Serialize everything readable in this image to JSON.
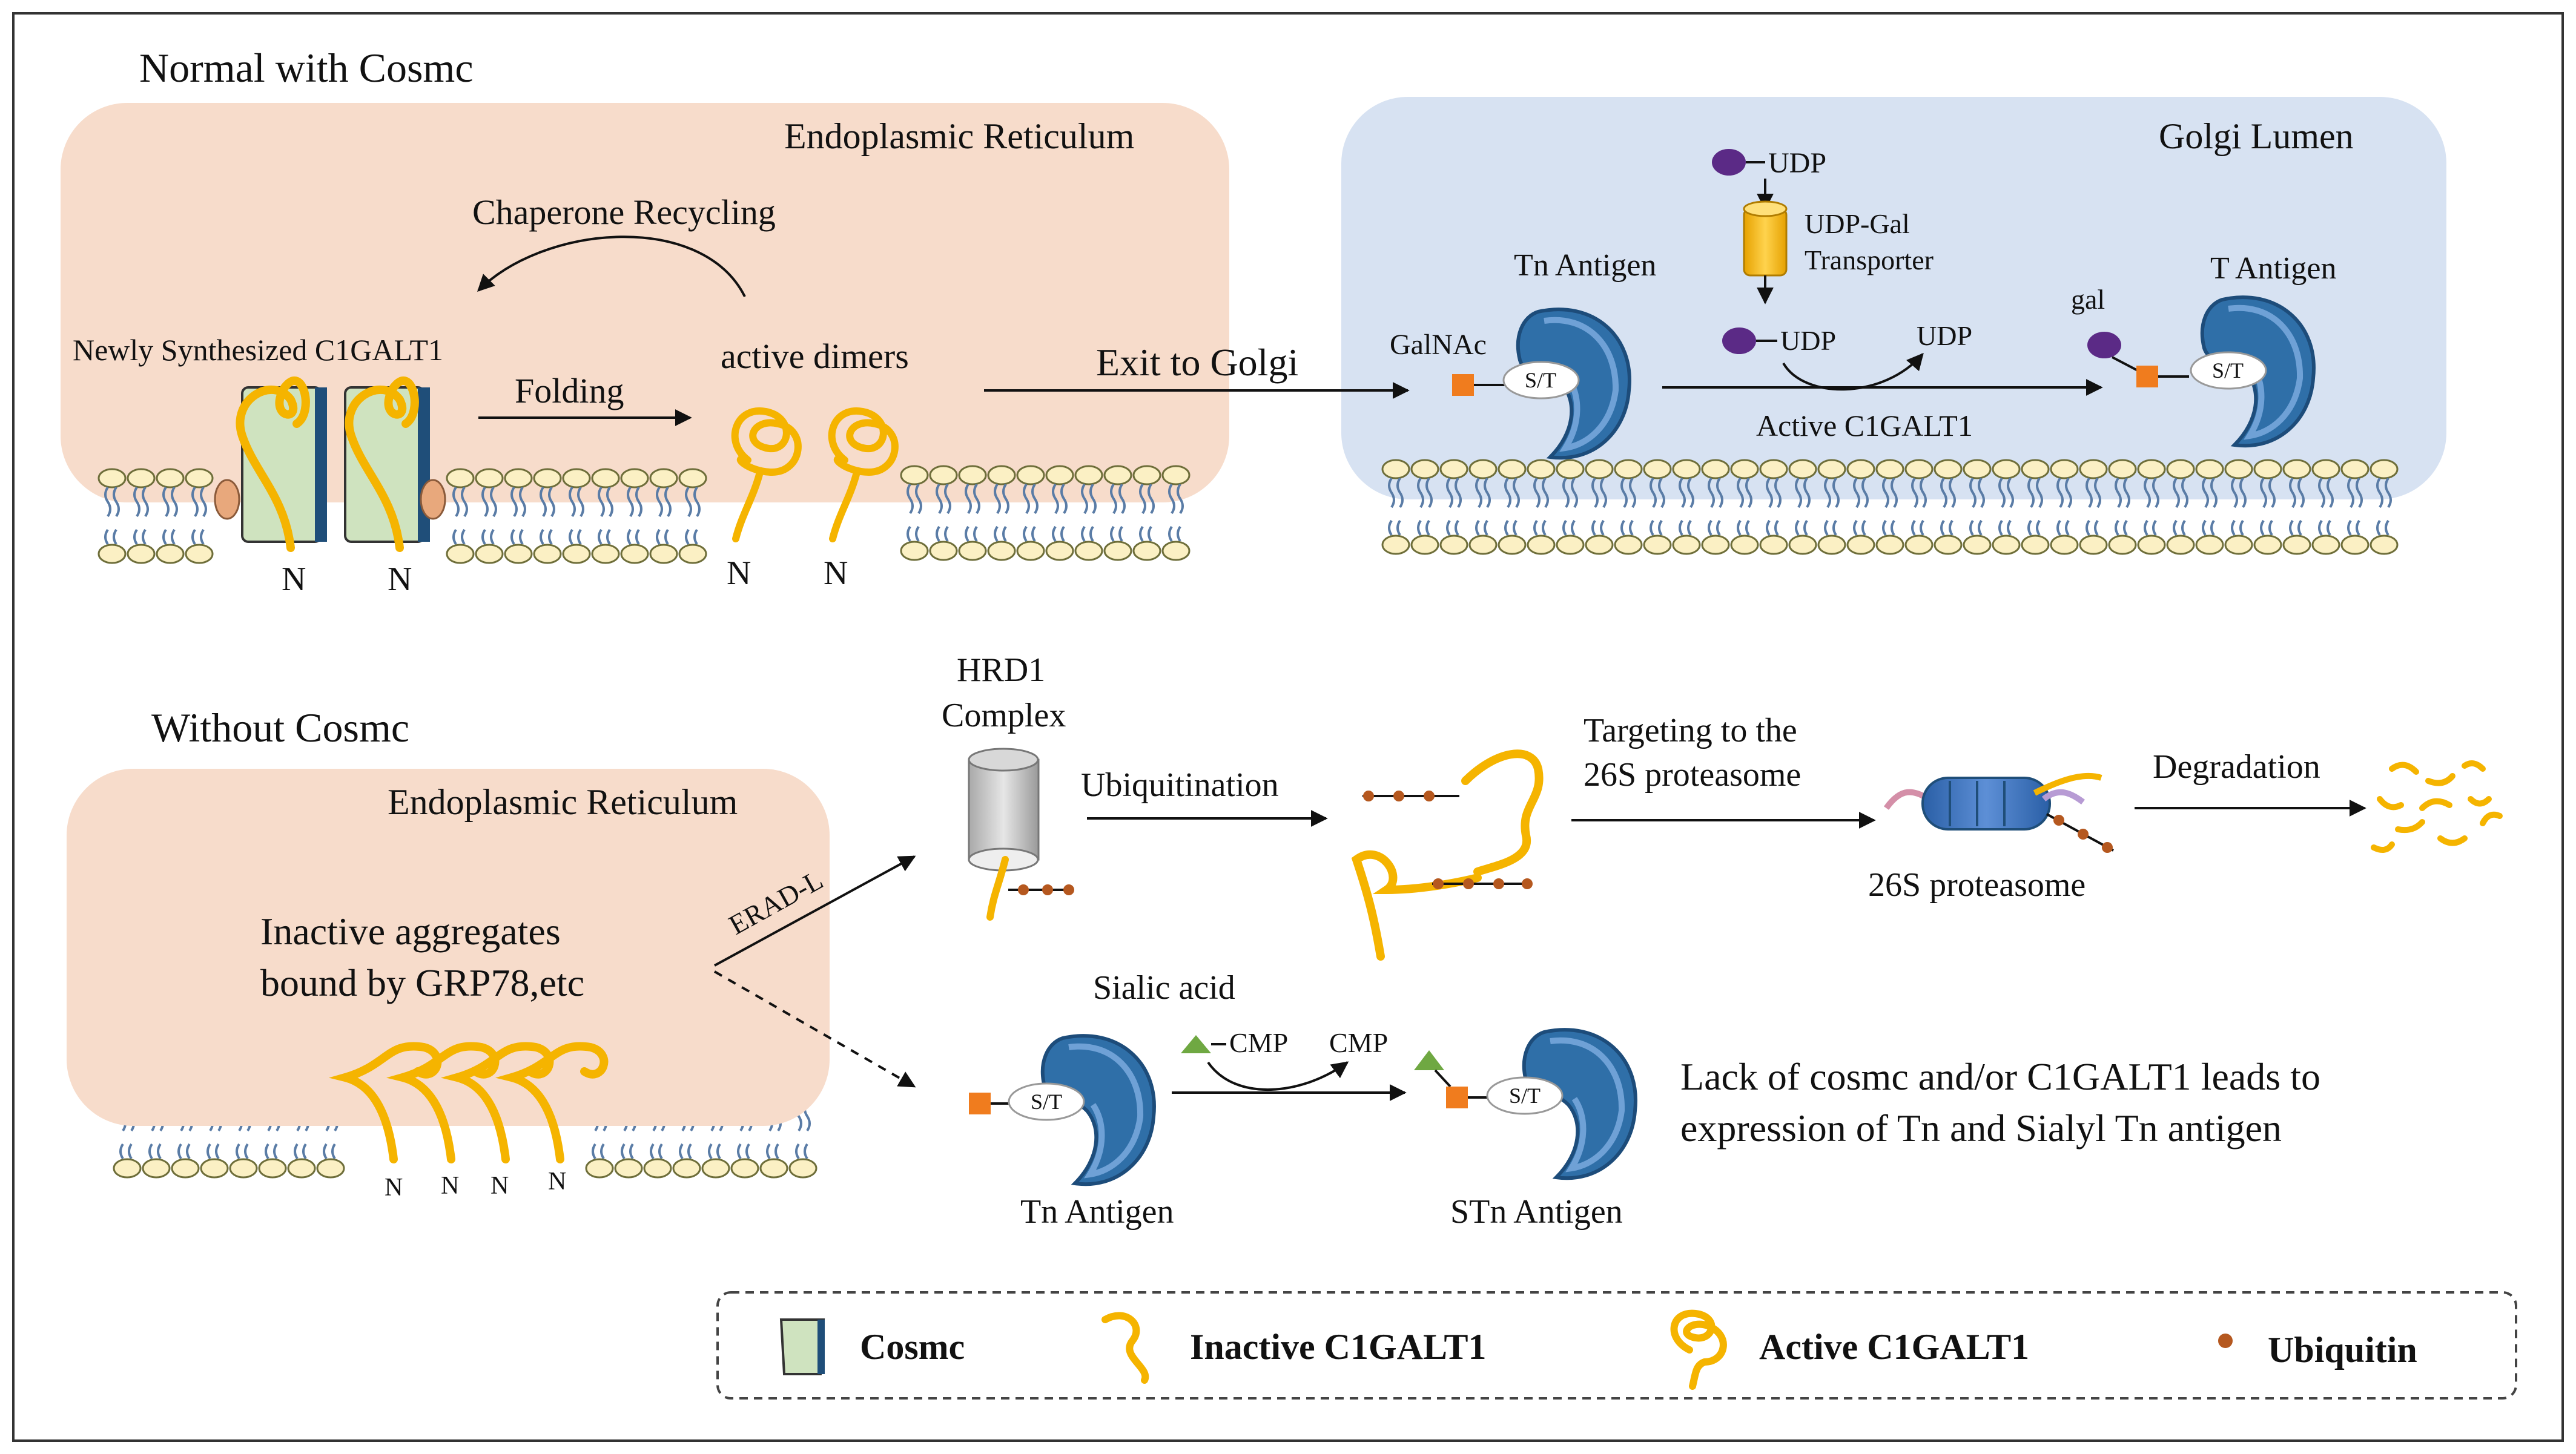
{
  "sections": {
    "normal_title": "Normal  with  Cosmc",
    "without_title": "Without  Cosmc"
  },
  "compartments": {
    "er_top": "Endoplasmic Reticulum",
    "golgi": "Golgi Lumen",
    "er_bottom": "Endoplasmic Reticulum"
  },
  "normal": {
    "newly": "Newly  Synthesized  C1GALT1",
    "chaperone": "Chaperone Recycling",
    "folding": "Folding",
    "active_dimers": "active dimers",
    "exit": "Exit to Golgi",
    "n": "N"
  },
  "golgi": {
    "udp_top": "UDP",
    "transporter_1": "UDP-Gal",
    "transporter_2": "Transporter",
    "tn_antigen": "Tn Antigen",
    "galnac": "GalNAc",
    "st": "S/T",
    "udp_a": "UDP",
    "udp_b": "UDP",
    "gal": "gal",
    "t_antigen": "T Antigen",
    "active_enzyme": "Active  C1GALT1"
  },
  "without": {
    "inactive_1": "Inactive  aggregates",
    "inactive_2": "bound by GRP78,etc",
    "erad": "ERAD-L",
    "hrd1_1": "HRD1",
    "hrd1_2": "Complex",
    "ubiquitination": "Ubiquitination",
    "targeting_1": "Targeting to the",
    "targeting_2": "26S proteasome",
    "proteasome": "26S proteasome",
    "degradation": "Degradation",
    "sialic": "Sialic acid",
    "cmp_a": "CMP",
    "cmp_b": "CMP",
    "tn_antigen": "Tn Antigen",
    "stn_antigen": "STn Antigen",
    "st": "S/T",
    "lack_1": "Lack of cosmc and/or C1GALT1  leads to",
    "lack_2": "expression  of Tn and Sialyl Tn antigen",
    "n": "N"
  },
  "legend": {
    "cosmc": "Cosmc",
    "inactive": "Inactive C1GALT1",
    "active": "Active C1GALT1",
    "ubiquitin": "Ubiquitin"
  },
  "colors": {
    "er_fill": "#f7dccb",
    "golgi_fill": "#d7e2f2",
    "protein_yellow": "#f5b400",
    "cosmc_green": "#cfe3bf",
    "enzyme_blue": "#2f6fa8",
    "udp_purple": "#5b2a86",
    "galnac_orange": "#f07c1e",
    "ubiquitin_brown": "#b5581f",
    "sialic_green": "#6fa842"
  }
}
